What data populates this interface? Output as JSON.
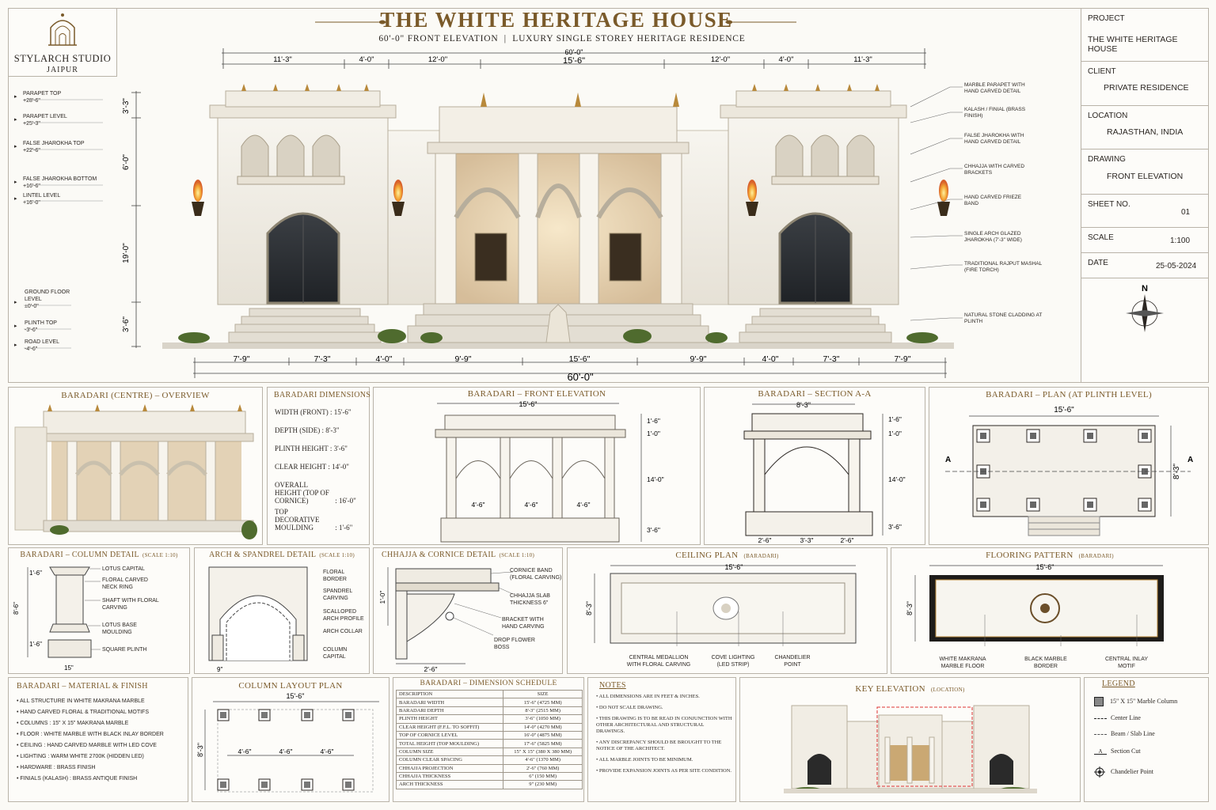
{
  "studio": {
    "name": "STYLARCH STUDIO",
    "city": "JAIPUR"
  },
  "header": {
    "title": "THE WHITE HERITAGE HOUSE",
    "subtitle": "60'-0\" FRONT ELEVATION  |  LUXURY SINGLE STOREY HERITAGE RESIDENCE"
  },
  "title_block": [
    {
      "label": "PROJECT",
      "value": "THE WHITE HERITAGE HOUSE"
    },
    {
      "label": "CLIENT",
      "value": "PRIVATE RESIDENCE"
    },
    {
      "label": "LOCATION",
      "value": "RAJASTHAN, INDIA"
    },
    {
      "label": "DRAWING",
      "value": "FRONT ELEVATION"
    },
    {
      "label": "SHEET NO.",
      "value": "01"
    },
    {
      "label": "SCALE",
      "value": "1:100"
    },
    {
      "label": "DATE",
      "value": "25-05-2024"
    }
  ],
  "north_label": "N",
  "levels": [
    {
      "name": "PARAPET TOP",
      "value": "+28'-6\""
    },
    {
      "name": "PARAPET LEVEL",
      "value": "+25'-3\""
    },
    {
      "name": "FALSE JHAROKHA TOP",
      "value": "+22'-6\""
    },
    {
      "name": "FALSE JHAROKHA BOTTOM",
      "value": "+16'-6\""
    },
    {
      "name": "LINTEL LEVEL",
      "value": "+16'-0\""
    },
    {
      "name": "GROUND FLOOR LEVEL",
      "value": "±0'-0\""
    },
    {
      "name": "PLINTH TOP",
      "value": "-3'-6\""
    },
    {
      "name": "ROAD LEVEL",
      "value": "-4'-6\""
    }
  ],
  "vertical_dims": [
    "3'-3\"",
    "6'-0\"",
    "19'-0\"",
    "3'-6\""
  ],
  "top_dims": [
    "11'-3\"",
    "4'-0\"",
    "12'-0\"",
    "15'-6\"",
    "12'-0\"",
    "4'-0\"",
    "11'-3\""
  ],
  "top_dims_overall": "60'-0\"",
  "bottom_dims": [
    "7'-9\"",
    "7'-3\"",
    "4'-0\"",
    "9'-9\"",
    "15'-6\"",
    "9'-9\"",
    "4'-0\"",
    "7'-3\"",
    "7'-9\""
  ],
  "bottom_overall": "60'-0\"",
  "annotations": [
    "MARBLE PARAPET WITH HAND CARVED DETAIL",
    "KALASH / FINIAL (BRASS FINISH)",
    "FALSE JHAROKHA WITH HAND CARVED DETAIL",
    "CHHAJJA WITH CARVED BRACKETS",
    "HAND CARVED FRIEZE BAND",
    "SINGLE ARCH GLAZED JHAROKHA (7'-3\" WIDE)",
    "TRADITIONAL RAJPUT MASHAL (FIRE TORCH)",
    "NATURAL STONE CLADDING AT PLINTH"
  ],
  "overview": {
    "title": "BARADARI (CENTRE) – OVERVIEW"
  },
  "dimensions": {
    "title": "BARADARI DIMENSIONS",
    "rows": [
      {
        "label": "WIDTH (FRONT)",
        "value": "15'-6\""
      },
      {
        "label": "DEPTH (SIDE)",
        "value": "8'-3\""
      },
      {
        "label": "PLINTH HEIGHT",
        "value": "3'-6\""
      },
      {
        "label": "CLEAR HEIGHT",
        "value": "14'-0\""
      },
      {
        "label": "OVERALL HEIGHT (TOP OF CORNICE)",
        "value": "16'-0\""
      },
      {
        "label": "TOP DECORATIVE MOULDING",
        "value": "1'-6\""
      }
    ]
  },
  "front_elev": {
    "title": "BARADARI – FRONT ELEVATION",
    "width": "15'-6\"",
    "spans": [
      "4'-6\"",
      "4'-6\"",
      "4'-6\""
    ],
    "heights": [
      "1'-6\"",
      "1'-0\"",
      "14'-0\"",
      "3'-6\""
    ]
  },
  "section": {
    "title": "BARADARI – SECTION A-A",
    "width": "8'-3\"",
    "spans": [
      "2'-6\"",
      "3'-3\"",
      "2'-6\""
    ],
    "heights": [
      "1'-6\"",
      "1'-0\"",
      "14'-0\"",
      "3'-6\""
    ]
  },
  "plan": {
    "title": "BARADARI – PLAN (AT PLINTH LEVEL)",
    "width": "15'-6\"",
    "depth": "8'-3\"",
    "section_mark": "A"
  },
  "column_detail": {
    "title": "BARADARI – COLUMN DETAIL",
    "scale": "(SCALE 1:10)",
    "labels": [
      "LOTUS CAPITAL",
      "FLORAL CARVED NECK RING",
      "SHAFT WITH FLORAL CARVING",
      "LOTUS BASE MOULDING",
      "SQUARE PLINTH"
    ],
    "dims": [
      "1'-6\"",
      "8'-6\"",
      "1'-6\"",
      "15\""
    ]
  },
  "arch_detail": {
    "title": "ARCH & SPANDREL DETAIL",
    "scale": "(SCALE 1:10)",
    "labels": [
      "FLORAL BORDER",
      "SPANDREL CARVING",
      "SCALLOPED ARCH PROFILE",
      "ARCH COLLAR",
      "COLUMN CAPITAL"
    ],
    "dim": "9\""
  },
  "chhajja": {
    "title": "CHHAJJA & CORNICE DETAIL",
    "scale": "(SCALE 1:10)",
    "labels": [
      "CORNICE BAND (FLORAL CARVING)",
      "CHHAJJA SLAB THICKNESS 6\"",
      "BRACKET WITH HAND CARVING",
      "DROP FLOWER BOSS"
    ],
    "dims": [
      "1'-0\"",
      "2'-6\""
    ]
  },
  "ceiling": {
    "title": "CEILING PLAN",
    "sub": "(BARADARI)",
    "width": "15'-6\"",
    "depth": "8'-3\"",
    "labels": [
      "CENTRAL MEDALLION WITH FLORAL CARVING",
      "COVE LIGHTING (LED STRIP)",
      "CHANDELIER POINT"
    ]
  },
  "flooring": {
    "title": "FLOORING PATTERN",
    "sub": "(BARADARI)",
    "width": "15'-6\"",
    "depth": "8'-3\"",
    "labels": [
      "WHITE MAKRANA MARBLE FLOOR",
      "BLACK MARBLE BORDER",
      "CENTRAL INLAY MOTIF"
    ]
  },
  "materials": {
    "title": "BARADARI – MATERIAL & FINISH",
    "items": [
      "ALL STRUCTURE IN WHITE MAKRANA MARBLE",
      "HAND CARVED FLORAL & TRADITIONAL MOTIFS",
      "COLUMNS : 15\" X 15\" MAKRANA MARBLE",
      "FLOOR : WHITE MARBLE WITH BLACK INLAY BORDER",
      "CEILING : HAND CARVED MARBLE WITH LED COVE",
      "LIGHTING : WARM WHITE 2700K (HIDDEN LED)",
      "HARDWARE : BRASS FINISH",
      "FINIALS (KALASH) : BRASS ANTIQUE FINISH"
    ]
  },
  "column_layout": {
    "title": "COLUMN LAYOUT PLAN",
    "width": "15'-6\"",
    "depth": "8'-3\"",
    "spans": [
      "4'-6\"",
      "4'-6\"",
      "4'-6\""
    ]
  },
  "schedule": {
    "title": "BARADARI – DIMENSION SCHEDULE",
    "headers": [
      "DESCRIPTION",
      "SIZE"
    ],
    "rows": [
      [
        "BARADARI WIDTH",
        "15'-6\" (4725 mm)"
      ],
      [
        "BARADARI DEPTH",
        "8'-3\" (2515 mm)"
      ],
      [
        "PLINTH HEIGHT",
        "3'-6\" (1050 mm)"
      ],
      [
        "CLEAR HEIGHT (F.F.L. TO SOFFIT)",
        "14'-0\" (4270 mm)"
      ],
      [
        "TOP OF CORNICE LEVEL",
        "16'-0\" (4875 mm)"
      ],
      [
        "TOTAL HEIGHT (TOP MOULDING)",
        "17'-6\" (5825 mm)"
      ],
      [
        "COLUMN SIZE",
        "15\" X 15\" (380 X 380 mm)"
      ],
      [
        "COLUMN CLEAR SPACING",
        "4'-6\" (1370 mm)"
      ],
      [
        "CHHAJJA PROJECTION",
        "2'-6\" (760 mm)"
      ],
      [
        "CHHAJJA THICKNESS",
        "6\" (150 mm)"
      ],
      [
        "ARCH THICKNESS",
        "9\" (230 mm)"
      ]
    ]
  },
  "notes": {
    "title": "NOTES",
    "items": [
      "ALL DIMENSIONS ARE IN FEET & INCHES.",
      "DO NOT SCALE DRAWING.",
      "THIS DRAWING IS TO BE READ IN CONJUNCTION WITH OTHER ARCHITECTURAL AND STRUCTURAL DRAWINGS.",
      "ANY DISCREPANCY SHOULD BE BROUGHT TO THE NOTICE OF THE ARCHITECT.",
      "ALL MARBLE JOINTS TO BE MINIMUM.",
      "PROVIDE EXPANSION JOINTS AS PER SITE CONDITION."
    ]
  },
  "key_elev": {
    "title": "KEY ELEVATION",
    "sub": "(LOCATION)"
  },
  "legend": {
    "title": "LEGEND",
    "items": [
      "15\" X 15\" Marble Column",
      "Center Line",
      "Beam / Slab Line",
      "Section Cut",
      "Chandelier Point"
    ],
    "section_mark": "A"
  },
  "colors": {
    "brown": "#7a5a2a",
    "line": "#b9b3a8",
    "marble": "#f2efe8",
    "dark": "#2b2622",
    "green": "#4f6b2e"
  }
}
